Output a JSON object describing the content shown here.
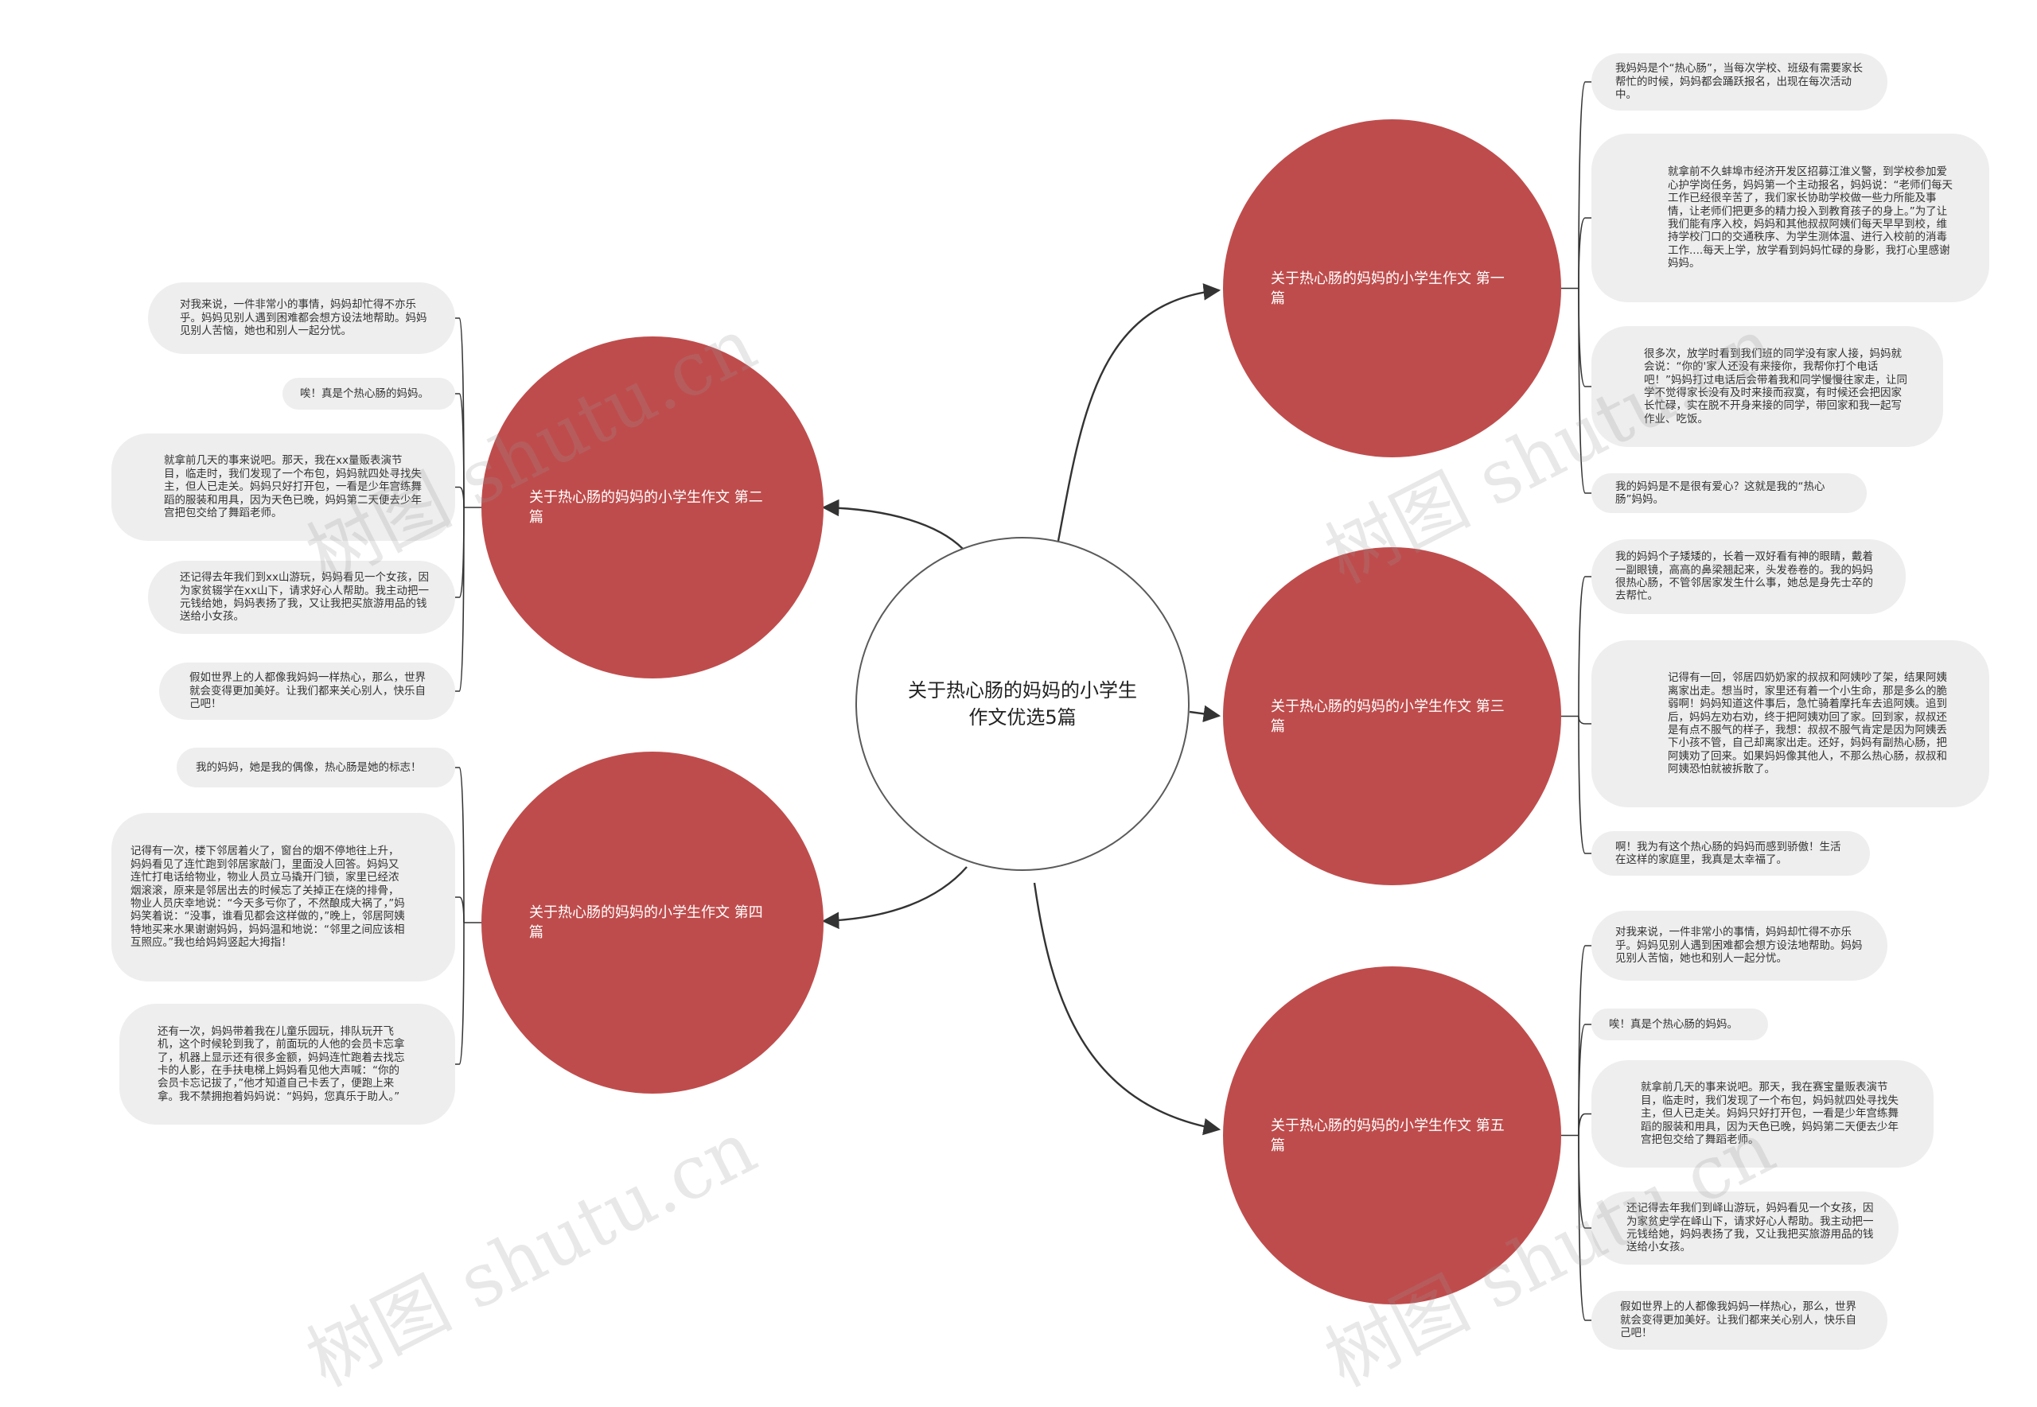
{
  "center": {
    "title": "关于热心肠的妈妈的小学生作文优选5篇"
  },
  "branches": [
    {
      "title": "关于热心肠的妈妈的小学生作文 第一篇",
      "items": [
        "我妈妈是个“热心肠”，当每次学校、班级有需要家长帮忙的时候，妈妈都会踊跃报名，出现在每次活动中。",
        "就拿前不久蚌埠市经济开发区招募江淮义警，到学校参加爱心护学岗任务，妈妈第一个主动报名，妈妈说：“老师们每天工作已经很辛苦了，我们家长协助学校做一些力所能及事情，让老师们把更多的精力投入到教育孩子的身上。”为了让我们能有序入校，妈妈和其他叔叔阿姨们每天早早到校，维持学校门口的交通秩序、为学生测体温、进行入校前的消毒工作....每天上学，放学看到妈妈忙碌的身影，我打心里感谢妈妈。",
        "很多次，放学时看到我们班的同学没有家人接，妈妈就会说：“你的'家人还没有来接你，我帮你打个电话吧！”妈妈打过电话后会带着我和同学慢慢往家走，让同学不觉得家长没有及时来接而寂寞，有时候还会把因家长忙碌，实在脱不开身来接的同学，带回家和我一起写作业、吃饭。",
        "我的妈妈是不是很有爱心？这就是我的“热心肠”妈妈。"
      ]
    },
    {
      "title": "关于热心肠的妈妈的小学生作文 第二篇",
      "items": [
        "对我来说，一件非常小的事情，妈妈却忙得不亦乐乎。妈妈见别人遇到困难都会想方设法地帮助。妈妈见别人苦恼，她也和别人一起分忧。",
        "唉！真是个热心肠的妈妈。",
        "就拿前几天的事来说吧。那天，我在xx量贩表演节目，临走时，我们发现了一个布包，妈妈就四处寻找失主，但人已走关。妈妈只好打开包，一看是少年宫练舞蹈的服装和用具，因为天色已晚，妈妈第二天便去少年宫把包交给了舞蹈老师。",
        "还记得去年我们到xx山游玩，妈妈看见一个女孩，因为家贫辍学在xx山下，请求好心人帮助。我主动把一元钱给她，妈妈表扬了我，又让我把买旅游用品的钱送给小女孩。",
        "假如世界上的人都像我妈妈一样热心，那么，世界就会变得更加美好。让我们都来关心别人，快乐自己吧！"
      ]
    },
    {
      "title": "关于热心肠的妈妈的小学生作文 第三篇",
      "items": [
        "我的妈妈个子矮矮的，长着一双好看有神的眼睛，戴着一副眼镜，高高的鼻梁翘起来，头发卷卷的。我的妈妈很热心肠，不管邻居家发生什么事，她总是身先士卒的去帮忙。",
        "记得有一回，邻居四奶奶家的叔叔和阿姨吵了架，结果阿姨离家出走。想当时，家里还有着一个小生命，那是多么的脆弱啊！妈妈知道这件事后，急忙骑着摩托车去追阿姨。追到后，妈妈左劝右劝，终于把阿姨劝回了家。回到家，叔叔还是有点不服气的样子，我想：叔叔不服气肯定是因为阿姨丢下小孩不管，自己却离家出走。还好，妈妈有副热心肠，把阿姨劝了回来。如果妈妈像其他人，不那么热心肠，叔叔和阿姨恐怕就被拆散了。",
        "啊！我为有这个热心肠的妈妈而感到骄傲！生活在这样的家庭里，我真是太幸福了。"
      ]
    },
    {
      "title": "关于热心肠的妈妈的小学生作文 第四篇",
      "items": [
        "我的妈妈，她是我的偶像，热心肠是她的标志！",
        "记得有一次，楼下邻居着火了，窗台的烟不停地往上升，妈妈看见了连忙跑到邻居家敲门，里面没人回答。妈妈又连忙打电话给物业，物业人员立马撬开门锁，家里已经浓烟滚滚，原来是邻居出去的时候忘了关掉正在烧的排骨，物业人员庆幸地说：“今天多亏你了，不然酿成大祸了，”妈妈笑着说：“没事，谁看见都会这样做的，”晚上，邻居阿姨特地买来水果谢谢妈妈，妈妈温和地说：“邻里之间应该相互照应。”我也给妈妈竖起大拇指！",
        "还有一次，妈妈带着我在儿童乐园玩，排队玩开飞机，这个时候轮到我了，前面玩的人他的会员卡忘拿了，机器上显示还有很多金额，妈妈连忙跑着去找忘卡的人影，在手扶电梯上妈妈看见他大声喊：“你的会员卡忘记拔了，”他才知道自己卡丢了，便跑上来拿。我不禁拥抱着妈妈说：“妈妈，您真乐于助人。”"
      ]
    },
    {
      "title": "关于热心肠的妈妈的小学生作文 第五篇",
      "items": [
        "对我来说，一件非常小的事情，妈妈却忙得不亦乐乎。妈妈见别人遇到困难都会想方设法地帮助。妈妈见别人苦恼，她也和别人一起分忧。",
        "唉！真是个热心肠的妈妈。",
        "就拿前几天的事来说吧。那天，我在赛宝量贩表演节目，临走时，我们发现了一个布包，妈妈就四处寻找失主，但人已走关。妈妈只好打开包，一看是少年宫练舞蹈的服装和用具，因为天色已晚，妈妈第二天便去少年宫把包交给了舞蹈老师。",
        "还记得去年我们到峄山游玩，妈妈看见一个女孩，因为家贫史学在峄山下，请求好心人帮助。我主动把一元钱给她，妈妈表扬了我，又让我把买旅游用品的钱送给小女孩。",
        "假如世界上的人都像我妈妈一样热心，那么，世界就会变得更加美好。让我们都来关心别人，快乐自己吧！"
      ]
    }
  ],
  "watermark": "树图 shutu.cn",
  "colors": {
    "node": "#bf4c4c",
    "leaf_bg": "#eeeeee",
    "line": "#333333"
  }
}
